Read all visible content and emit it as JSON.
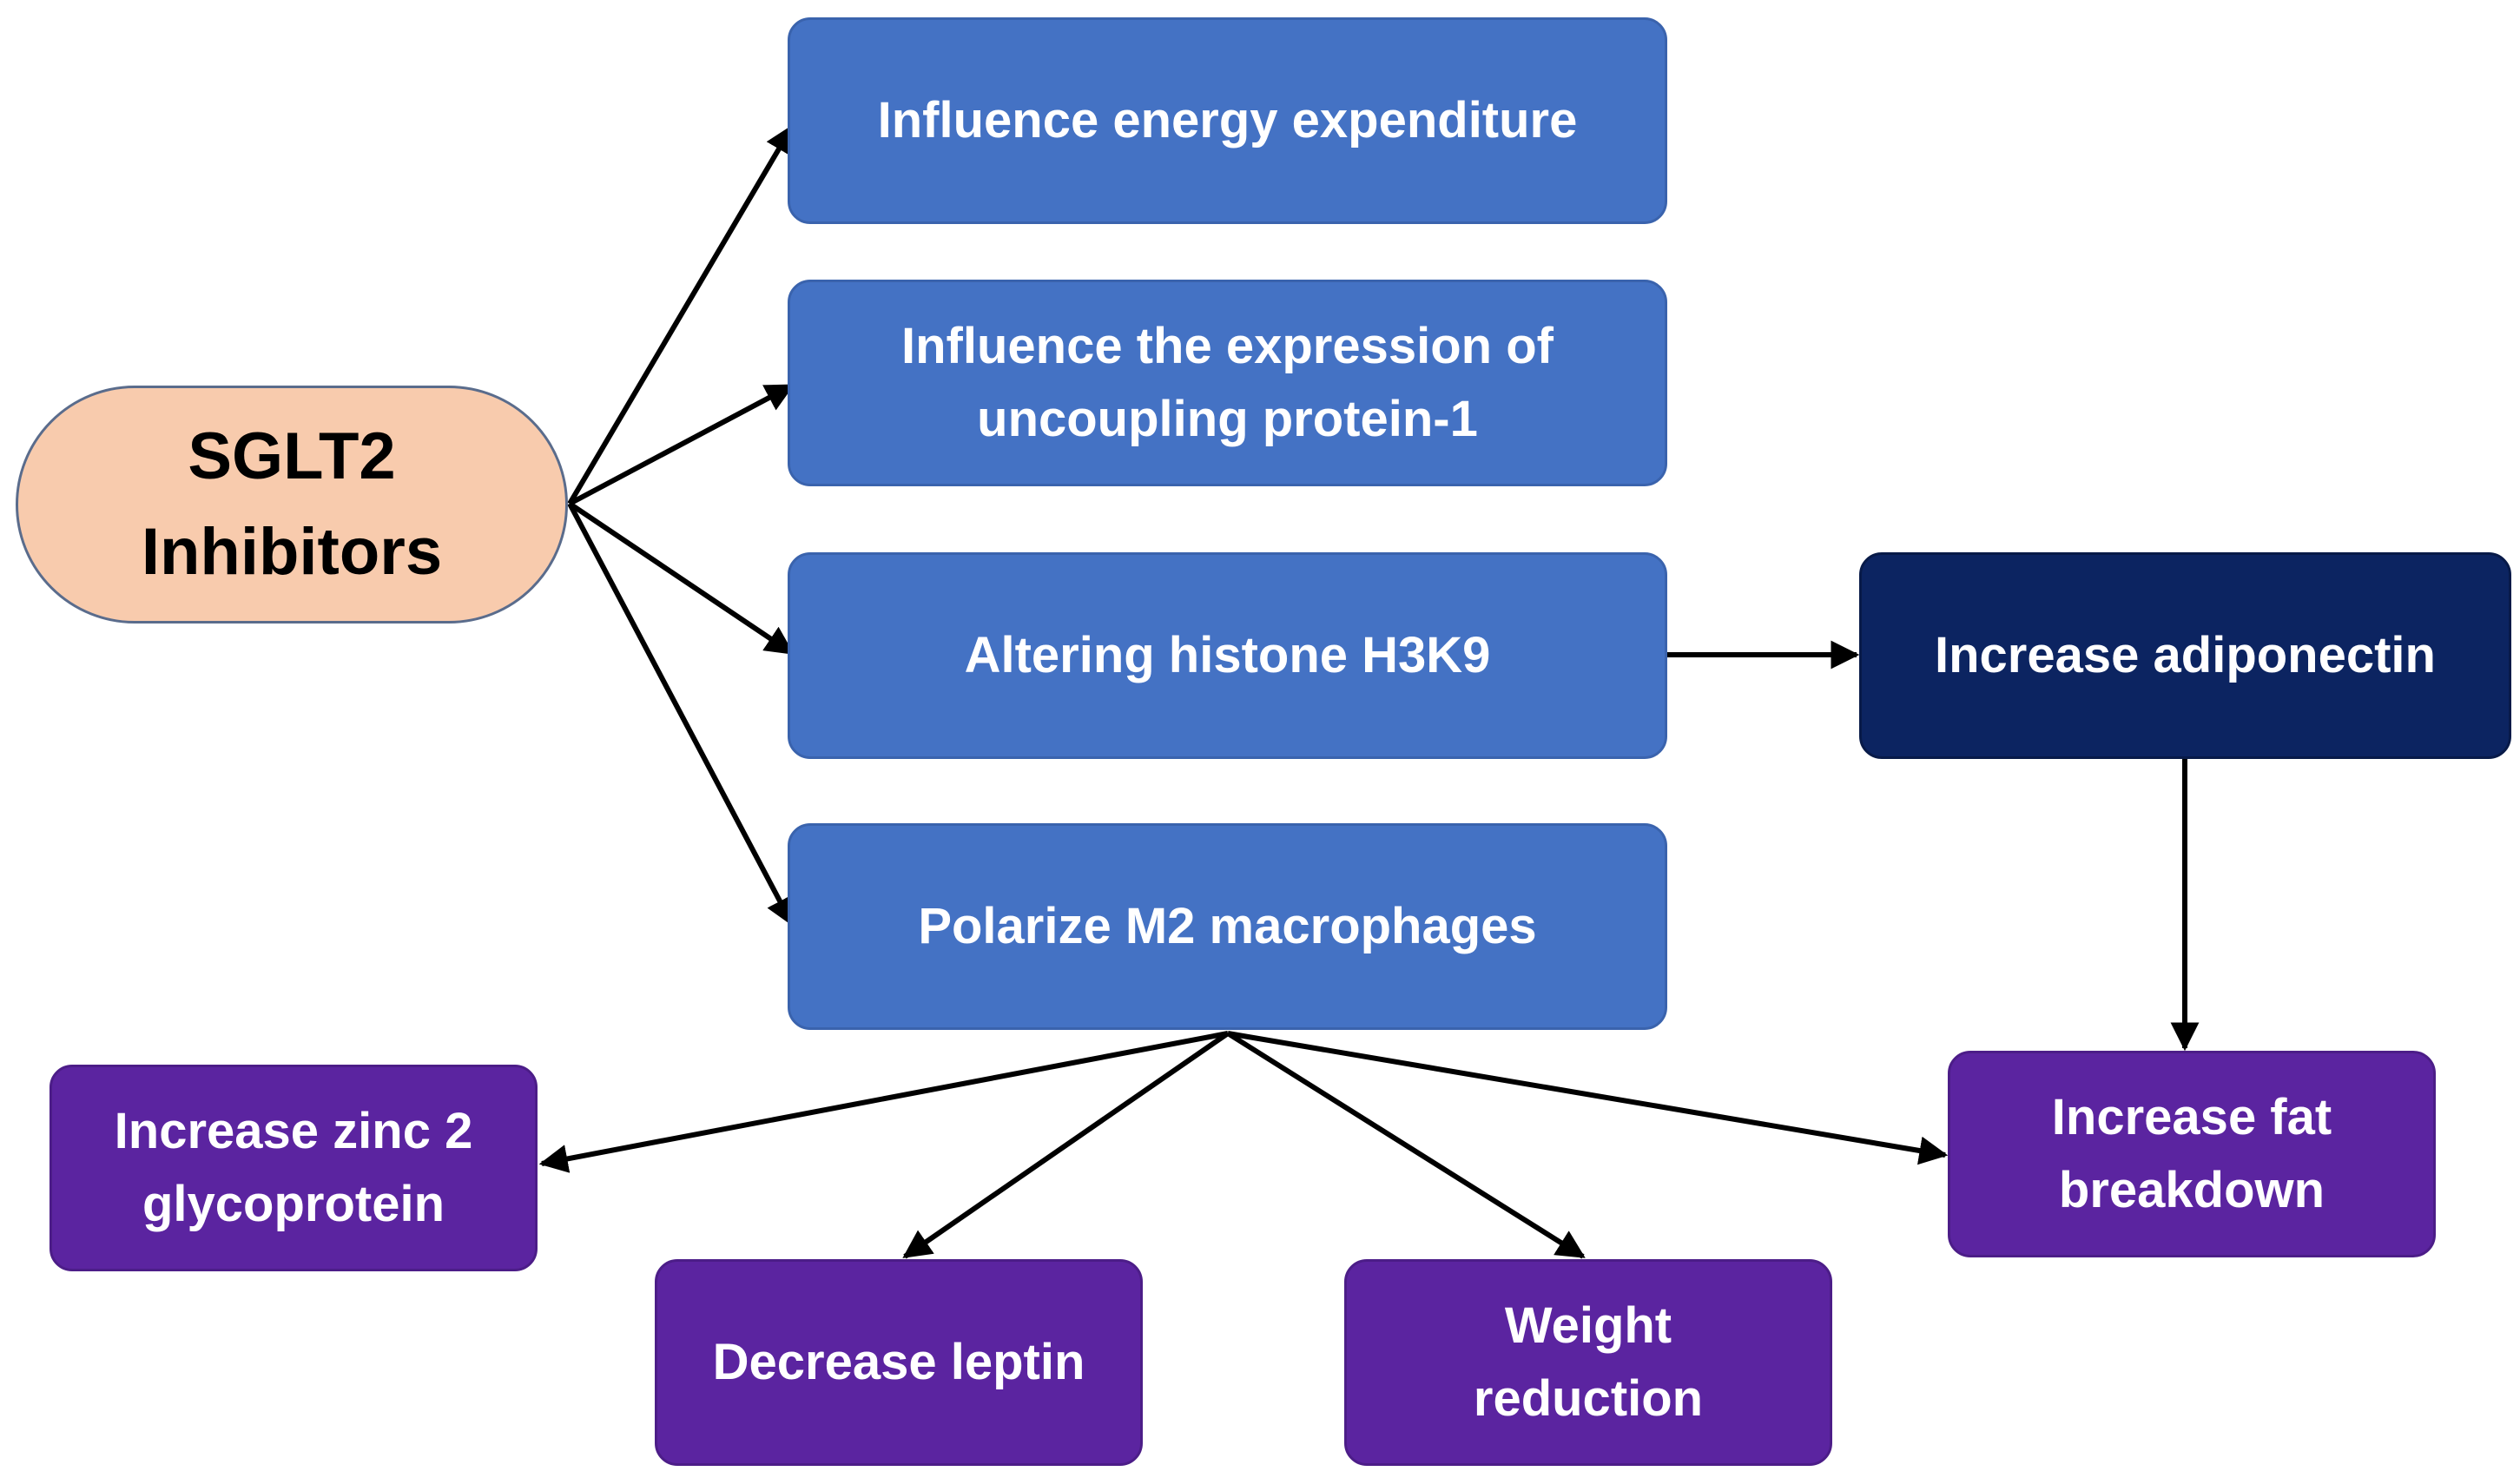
{
  "diagram": {
    "start": {
      "label": "SGLT2 Inhibitors",
      "fill": "#f8cbad"
    },
    "colors": {
      "mechanism": "#4472c4",
      "intermediate": "#0c2461",
      "outcome": "#5b24a0",
      "arrow": "#000000"
    },
    "mechanisms": [
      {
        "id": "energy",
        "label": "Influence energy expenditure"
      },
      {
        "id": "ucp1",
        "label": "Influence the expression of uncoupling protein-1"
      },
      {
        "id": "h3k9",
        "label": "Altering histone H3K9"
      },
      {
        "id": "m2",
        "label": "Polarize M2 macrophages"
      }
    ],
    "intermediate": {
      "id": "adiponectin",
      "label": "Increase adiponectin"
    },
    "outcomes": [
      {
        "id": "zinc",
        "label": "Increase zinc 2 glycoprotein"
      },
      {
        "id": "leptin",
        "label": "Decrease leptin"
      },
      {
        "id": "weight",
        "label": "Weight reduction"
      },
      {
        "id": "fat",
        "label": "Increase fat breakdown"
      }
    ],
    "edges": [
      {
        "from": "start",
        "to": "energy"
      },
      {
        "from": "start",
        "to": "ucp1"
      },
      {
        "from": "start",
        "to": "h3k9"
      },
      {
        "from": "start",
        "to": "m2"
      },
      {
        "from": "h3k9",
        "to": "adiponectin"
      },
      {
        "from": "adiponectin",
        "to": "fat"
      },
      {
        "from": "m2",
        "to": "zinc"
      },
      {
        "from": "m2",
        "to": "leptin"
      },
      {
        "from": "m2",
        "to": "weight"
      },
      {
        "from": "m2",
        "to": "fat"
      }
    ]
  }
}
